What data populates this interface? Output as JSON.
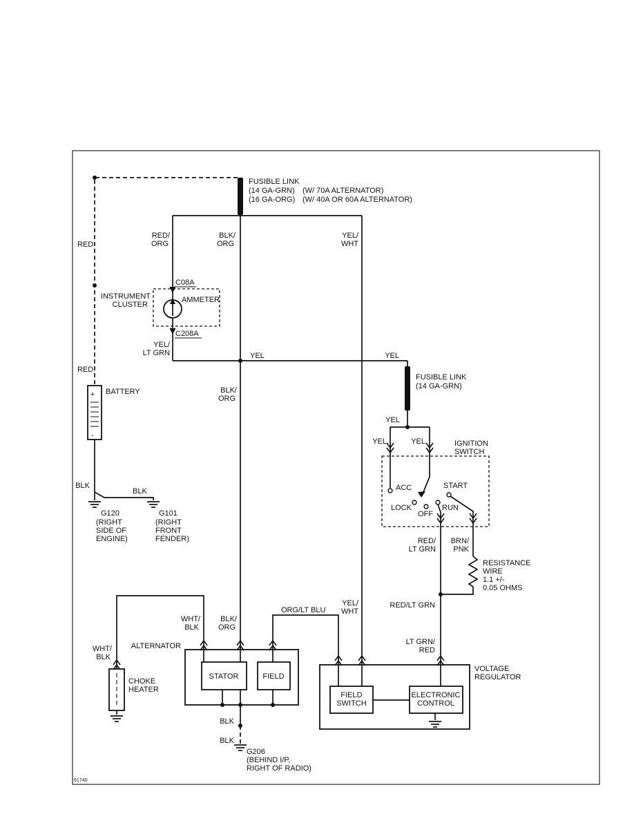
{
  "diagram": {
    "figure_number": "61740",
    "background": "#ffffff",
    "line_color": "#111111"
  },
  "fusible_link_main": {
    "name": "FUSIBLE LINK",
    "gauge_70a": "(14 GA-GRN)",
    "gauge_40_60a": "(16 GA-ORG)",
    "note_70a": "(W/ 70A ALTERNATOR)",
    "note_40_60a": "(W/ 40A OR 60A ALTERNATOR)"
  },
  "fusible_link_ignition": {
    "name": "FUSIBLE LINK",
    "gauge": "(14 GA-GRN)"
  },
  "wires": {
    "red_upper": "RED",
    "red_lower": "RED",
    "red_org": [
      "RED/",
      "ORG"
    ],
    "blk_org_upper": [
      "BLK/",
      "ORG"
    ],
    "yel_wht_upper": [
      "YEL/",
      "WHT"
    ],
    "yel_lt_grn": [
      "YEL/",
      "LT GRN"
    ],
    "yel_bus_left": "YEL",
    "yel_bus_right": "YEL",
    "blk_org_mid": [
      "BLK/",
      "ORG"
    ],
    "yel_after_link": "YEL",
    "yel_branch_left": "YEL",
    "yel_branch_right": "YEL",
    "blk_battery": "BLK",
    "blk_to_g101": "BLK",
    "red_lt_grn": [
      "RED/",
      "LT GRN"
    ],
    "brn_pnk": [
      "BRN/",
      "PNK"
    ],
    "red_lt_grn_joined": "RED/LT GRN",
    "lt_grn_red": [
      "LT GRN/",
      "RED"
    ],
    "wht_blk_alternator": [
      "WHT/",
      "BLK"
    ],
    "blk_org_alternator": [
      "BLK/",
      "ORG"
    ],
    "org_lt_blu": "ORG/LT BLU",
    "yel_wht_lower": [
      "YEL/",
      "WHT"
    ],
    "wht_blk_choke": [
      "WHT/",
      "BLK"
    ],
    "blk_alternator_ground": "BLK",
    "blk_g206": "BLK"
  },
  "instrument_cluster": {
    "label": [
      "INSTRUMENT",
      "CLUSTER"
    ],
    "connector_top": "C08A",
    "connector_bottom": "C208A",
    "ammeter": "AMMETER"
  },
  "battery": {
    "label": "BATTERY",
    "positive": "+",
    "negative": "-"
  },
  "grounds": {
    "g120": {
      "id": "G120",
      "location": [
        "(RIGHT",
        "SIDE OF",
        "ENGINE)"
      ]
    },
    "g101": {
      "id": "G101",
      "location": [
        "(RIGHT",
        "FRONT",
        "FENDER)"
      ]
    },
    "g206": {
      "id": "G206",
      "location": [
        "(BEHIND I/P,",
        "RIGHT OF RADIO)"
      ]
    }
  },
  "ignition_switch": {
    "label": [
      "IGNITION",
      "SWITCH"
    ],
    "positions": {
      "acc": "ACC",
      "start": "START",
      "lock": "LOCK",
      "off": "OFF",
      "run": "RUN"
    }
  },
  "resistance_wire": {
    "label": [
      "RESISTANCE",
      "WIRE",
      "1.1 +/-",
      "0.05 OHMS"
    ]
  },
  "alternator": {
    "label": "ALTERNATOR",
    "stator": "STATOR",
    "field": "FIELD"
  },
  "choke_heater": {
    "label": [
      "CHOKE",
      "HEATER"
    ]
  },
  "voltage_regulator": {
    "label": [
      "VOLTAGE",
      "REGULATOR"
    ],
    "field_switch": [
      "FIELD",
      "SWITCH"
    ],
    "electronic_control": [
      "ELECTRONIC",
      "CONTROL"
    ]
  }
}
